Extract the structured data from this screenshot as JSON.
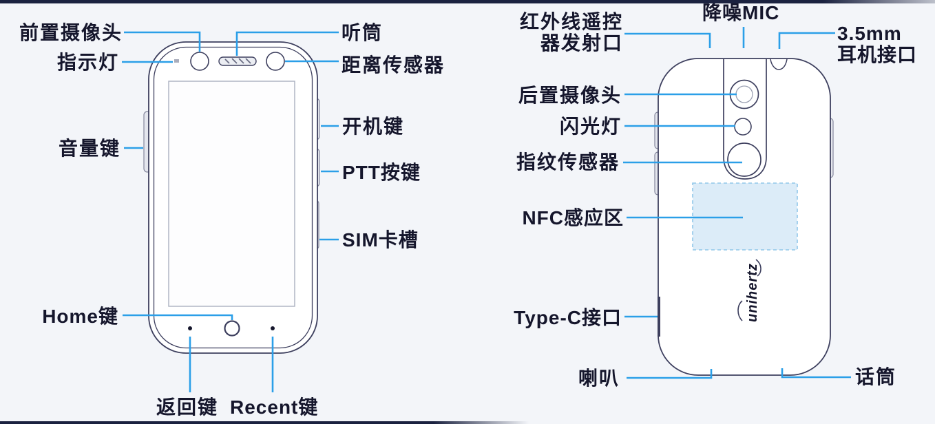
{
  "colors": {
    "bg": "#f3f5f9",
    "ink": "#15162c",
    "outline": "#3d3f5e",
    "accent": "#2b9fe8",
    "edge": "#1b2240",
    "key_fill": "#e4e6ee",
    "key_stroke": "#83869c",
    "screen_stroke": "#aab0c0",
    "nfc_fill": "#dcecf8",
    "nfc_stroke": "#90c7e9"
  },
  "brand": {
    "logo_text": "unihertz"
  },
  "front_view": {
    "labels": {
      "front_camera": "前置摄像头",
      "indicator_light": "指示灯",
      "volume_key": "音量键",
      "home_key": "Home键",
      "back_key": "返回键",
      "recent_key": "Recent键",
      "earpiece": "听筒",
      "proximity_sensor": "距离传感器",
      "power_key": "开机键",
      "ptt_key": "PTT按键",
      "sim_slot": "SIM卡槽"
    }
  },
  "back_view": {
    "labels": {
      "ir_blaster_line1": "红外线遥控",
      "ir_blaster_line2": "器发射口",
      "noise_mic": "降噪MIC",
      "headphone_jack_line1": "3.5mm",
      "headphone_jack_line2": "耳机接口",
      "rear_camera": "后置摄像头",
      "flash": "闪光灯",
      "fingerprint_sensor": "指纹传感器",
      "nfc_area": "NFC感应区",
      "type_c_port": "Type-C接口",
      "speaker": "喇叭",
      "microphone": "话筒"
    }
  }
}
